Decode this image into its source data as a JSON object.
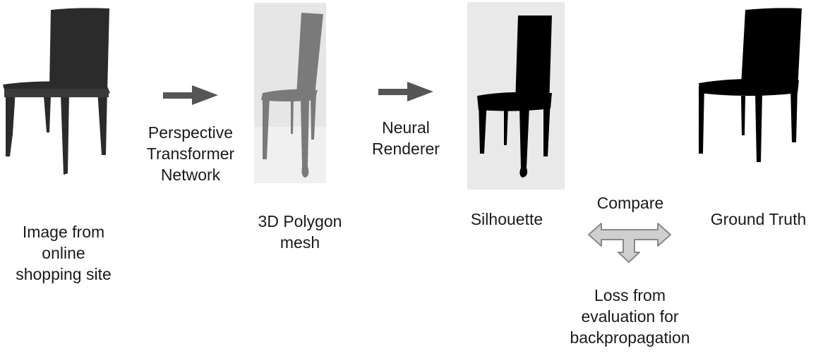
{
  "labels": {
    "source_image": "Image from\nonline\nshopping site",
    "stage1": "Perspective\nTransformer\nNetwork",
    "mesh": "3D Polygon\nmesh",
    "stage2": "Neural\nRenderer",
    "silhouette": "Silhouette",
    "compare": "Compare",
    "ground_truth": "Ground Truth",
    "loss": "Loss from\nevaluation for\nbackpropagation"
  },
  "colors": {
    "chair_photo": "#2b2b2b",
    "mesh_bg": "#e6e6e6",
    "mesh_chair": "#7a7a7a",
    "silhouette_bg": "#e9e9e9",
    "silhouette": "#000000",
    "arrow": "#555555",
    "compare_arrow_fill": "#cfcfcf",
    "compare_arrow_stroke": "#888888"
  },
  "icons": {
    "source": "chair-photo-icon",
    "mesh": "chair-mesh-icon",
    "silhouette": "chair-silhouette-icon",
    "ground_truth": "chair-ground-truth-icon"
  }
}
